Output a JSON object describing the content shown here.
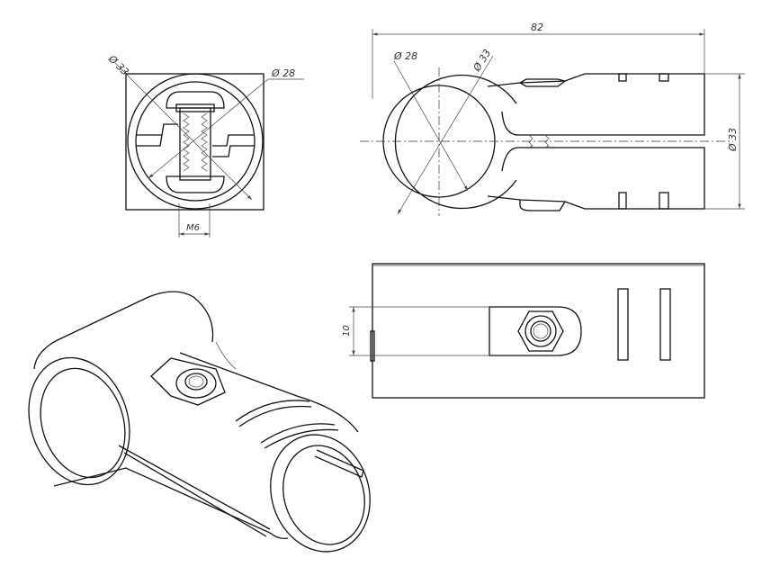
{
  "dimensions": {
    "front_view": {
      "outer_diameter": "Ø 33",
      "inner_diameter": "Ø 28",
      "thread": "M6"
    },
    "side_view": {
      "overall_length": "82",
      "inner_diameter": "Ø 28",
      "outer_diameter": "Ø 33",
      "height": "Ø 33"
    },
    "top_view": {
      "width": "10"
    }
  },
  "colors": {
    "line": "#111111",
    "dimension_line": "#444444",
    "background": "#ffffff"
  }
}
